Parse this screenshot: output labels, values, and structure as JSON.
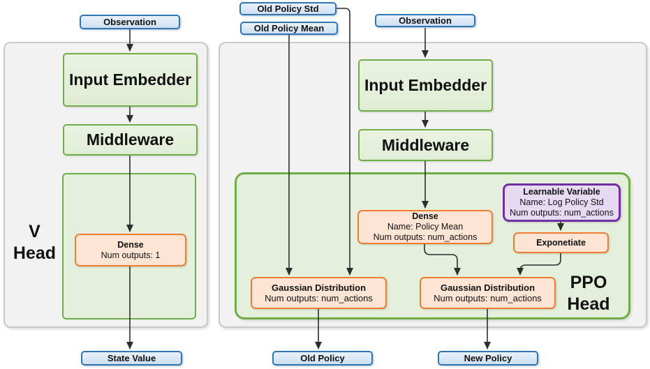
{
  "nodes": {
    "observation_left": "Observation",
    "state_value": "State Value",
    "v_input_embedder": "Input Embedder",
    "v_middleware": "Middleware",
    "v_dense_title": "Dense",
    "v_dense_outputs": "Num outputs: 1",
    "v_head_line1": "V",
    "v_head_line2": "Head",
    "old_policy_std": "Old Policy Std",
    "old_policy_mean": "Old Policy Mean",
    "observation_right": "Observation",
    "p_input_embedder": "Input Embedder",
    "p_middleware": "Middleware",
    "p_dense_title": "Dense",
    "p_dense_name": "Name: Policy Mean",
    "p_dense_outputs": "Num outputs: num_actions",
    "learnable_title": "Learnable Variable",
    "learnable_name": "Name: Log Policy Std",
    "learnable_outputs": "Num outputs: num_actions",
    "exponetiate": "Exponetiate",
    "gaussian_old_title": "Gaussian Distribution",
    "gaussian_old_outputs": "Num outputs: num_actions",
    "gaussian_new_title": "Gaussian Distribution",
    "gaussian_new_outputs": "Num outputs: num_actions",
    "ppo_head_line1": "PPO",
    "ppo_head_line2": "Head",
    "old_policy": "Old Policy",
    "new_policy": "New Policy"
  },
  "colors": {
    "blue_border": "#2e75b6",
    "blue_fill": "#dbe9f7",
    "green_border": "#70ad47",
    "green_fill": "#e5f0dc",
    "orange_border": "#ed7d31",
    "orange_fill": "#fce5d5",
    "purple_border": "#7030a0",
    "purple_fill": "#e7daf3",
    "panel_fill": "#f2f2f2",
    "panel_border": "#c9c9c9",
    "arrow": "#2d2d2d"
  }
}
